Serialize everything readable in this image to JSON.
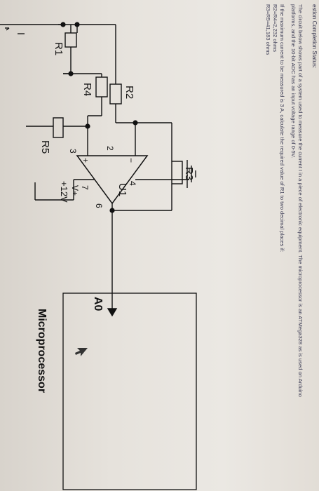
{
  "header": {
    "status": "estion Completion Status:"
  },
  "question": {
    "line1": "The circuit below shows part of a system used to measure the current I in a piece of electronic equipment. The microprocessor is an ATMega328 as is used on Arduino",
    "line2": "platforms, and the 10-bit ADC has an input voltage range of 0-5V.",
    "line3": "If the maximum current to be measured is 3 A, calculate the required value of R1 to two decimal places if:",
    "val1": "R2=R4=2,232  ohms",
    "val2": "R3=R5=41,183  ohms"
  },
  "circuit": {
    "current_label": "I",
    "r1": "R1",
    "r2": "R2",
    "r3": "R3",
    "r4": "R4",
    "r5": "R5",
    "opamp": "U1",
    "pin2": "2",
    "pin3": "3",
    "pin4": "4",
    "pin6": "6",
    "pin7": "7",
    "minus": "−",
    "plus": "+",
    "vplus": "V+",
    "supply": "+12V",
    "adc_pin": "A0",
    "micro": "Microprocessor"
  }
}
